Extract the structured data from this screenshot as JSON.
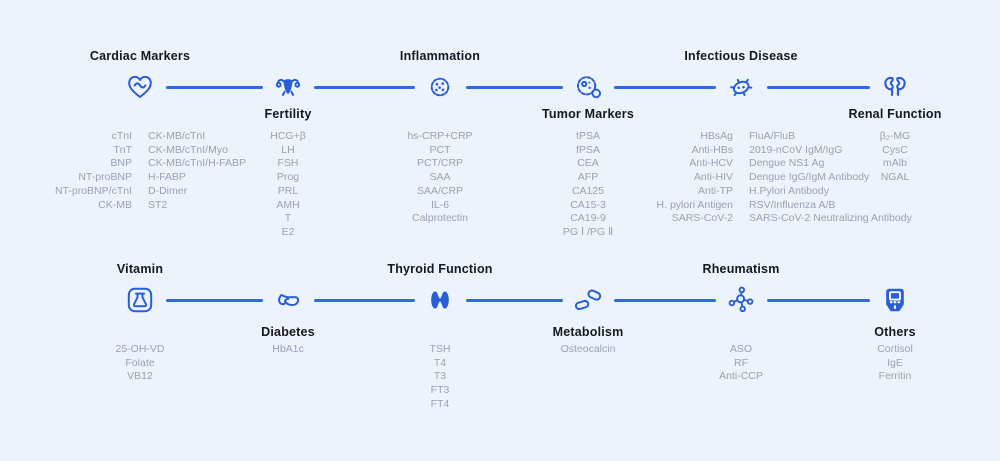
{
  "colors": {
    "background": "#edf3fc",
    "line": "#2e6be0",
    "icon": "#2a5ed6",
    "title": "#15181d",
    "list_text": "#98a2b1"
  },
  "rows": [
    {
      "nodes": [
        {
          "title": "Cardiac Markers",
          "title_position": "above",
          "icon": "heart-pulse-icon",
          "columns": [
            [
              "cTnI",
              "TnT",
              "BNP",
              "NT-proBNP",
              "NT-proBNP/cTnI",
              "CK-MB"
            ],
            [
              "CK-MB/cTnI",
              "CK-MB/cTnI/Myo",
              "CK-MB/cTnI/H-FABP",
              "H-FABP",
              "D-Dimer",
              "ST2"
            ]
          ]
        },
        {
          "title": "Fertility",
          "title_position": "below",
          "icon": "uterus-icon",
          "columns": [
            [
              "HCG+β",
              "LH",
              "FSH",
              "Prog",
              "PRL",
              "AMH",
              "T",
              "E2"
            ]
          ]
        },
        {
          "title": "Inflammation",
          "title_position": "above",
          "icon": "virus-icon",
          "columns": [
            [
              "hs-CRP+CRP",
              "PCT",
              "PCT/CRP",
              "SAA",
              "SAA/CRP",
              "IL-6",
              "Calprotectin"
            ]
          ]
        },
        {
          "title": "Tumor Markers",
          "title_position": "below",
          "icon": "tumor-cell-icon",
          "columns": [
            [
              "tPSA",
              "fPSA",
              "CEA",
              "AFP",
              "CA125",
              "CA15-3",
              "CA19-9",
              "PG Ⅰ /PG Ⅱ"
            ]
          ]
        },
        {
          "title": "Infectious Disease",
          "title_position": "above",
          "icon": "bacteria-icon",
          "columns": [
            [
              "HBsAg",
              "Anti-HBs",
              "Anti-HCV",
              "Anti-HIV",
              "Anti-TP",
              "H. pylori Antigen",
              "SARS-CoV-2"
            ],
            [
              "FluA/FluB",
              "2019-nCoV IgM/IgG",
              "Dengue NS1 Ag",
              "Dengue IgG/IgM Antibody",
              "H.Pylori Antibody",
              "RSV/Influenza A/B",
              "SARS-CoV-2 Neutralizing Antibody"
            ]
          ]
        },
        {
          "title": "Renal Function",
          "title_position": "below",
          "icon": "kidneys-icon",
          "columns": [
            [
              "β₂-MG",
              "CysC",
              "mAlb",
              "NGAL"
            ]
          ]
        }
      ]
    },
    {
      "nodes": [
        {
          "title": "Vitamin",
          "title_position": "above",
          "icon": "flask-icon",
          "columns": [
            [
              "25-OH-VD",
              "Folate",
              "VB12"
            ]
          ]
        },
        {
          "title": "Diabetes",
          "title_position": "below",
          "icon": "pancreas-icon",
          "columns": [
            [
              "HbA1c"
            ]
          ]
        },
        {
          "title": "Thyroid Function",
          "title_position": "above",
          "icon": "thyroid-icon",
          "columns": [
            [
              "TSH",
              "T4",
              "T3",
              "FT3",
              "FT4"
            ]
          ]
        },
        {
          "title": "Metabolism",
          "title_position": "below",
          "icon": "bone-joint-icon",
          "columns": [
            [
              "Osteocalcin"
            ]
          ]
        },
        {
          "title": "Rheumatism",
          "title_position": "above",
          "icon": "molecule-icon",
          "columns": [
            [
              "ASO",
              "RF",
              "Anti-CCP"
            ]
          ]
        },
        {
          "title": "Others",
          "title_position": "below",
          "icon": "glucometer-icon",
          "columns": [
            [
              "Cortisol",
              "IgE",
              "Ferritin"
            ]
          ]
        }
      ]
    }
  ]
}
